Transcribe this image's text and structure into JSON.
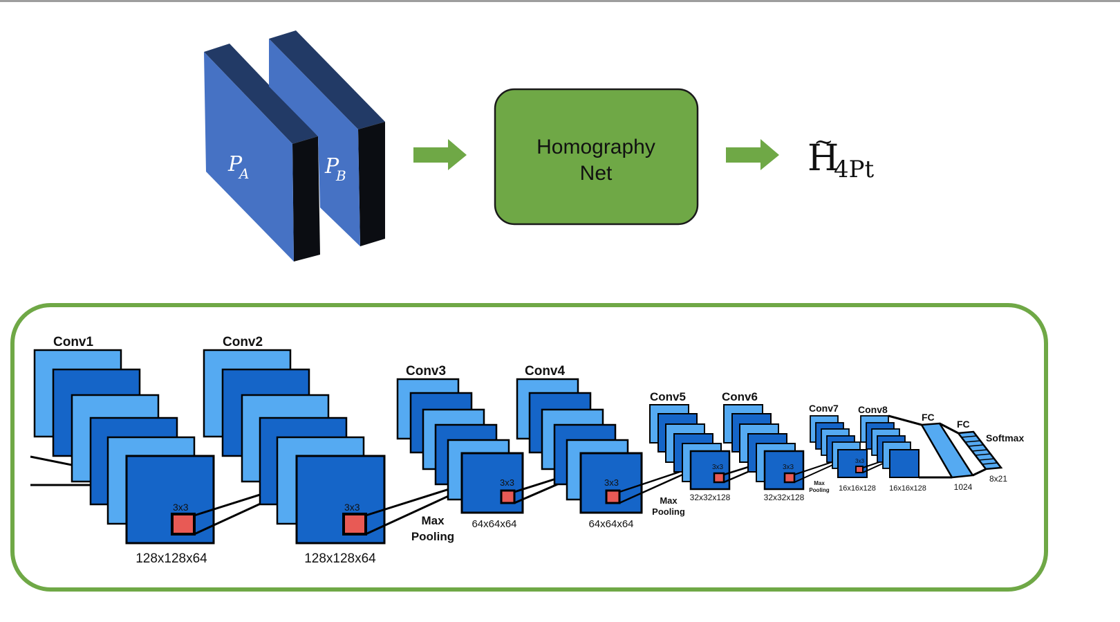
{
  "top": {
    "patch_a_main": "P",
    "patch_a_sub": "A",
    "patch_b_main": "P",
    "patch_b_sub": "B",
    "net_line1": "Homography",
    "net_line2": "Net",
    "output_main": "H",
    "output_tilde": "~",
    "output_sub": "4Pt"
  },
  "layers": {
    "conv1": "Conv1",
    "conv2": "Conv2",
    "conv3": "Conv3",
    "conv4": "Conv4",
    "conv5": "Conv5",
    "conv6": "Conv6",
    "conv7": "Conv7",
    "conv8": "Conv8",
    "fc1": "FC",
    "fc2": "FC",
    "softmax": "Softmax"
  },
  "dims": {
    "d1": "128x128x64",
    "d2": "128x128x64",
    "d3": "64x64x64",
    "d4": "64x64x64",
    "d5": "32x32x128",
    "d6": "32x32x128",
    "d7": "16x16x128",
    "d8": "16x16x128",
    "d9": "1024",
    "d10": "8x21"
  },
  "kernels": {
    "k1": "3x3",
    "k2": "3x3",
    "k3": "3x3",
    "k4": "3x3",
    "k5": "3x3",
    "k6": "3x3",
    "k7": "3x3"
  },
  "pooling": {
    "p1_line1": "Max",
    "p1_line2": "Pooling",
    "p2_line1": "Max",
    "p2_line2": "Pooling",
    "p3_line1": "Max",
    "p3_line2": "Pooling"
  },
  "colors": {
    "light_blue": "#55aaf2",
    "dark_blue": "#1565c8",
    "patch_front": "#4672c4",
    "patch_top": "#223a66",
    "patch_side": "#0b0d12",
    "green": "#6fa846",
    "kernel_red": "#e85a55"
  }
}
